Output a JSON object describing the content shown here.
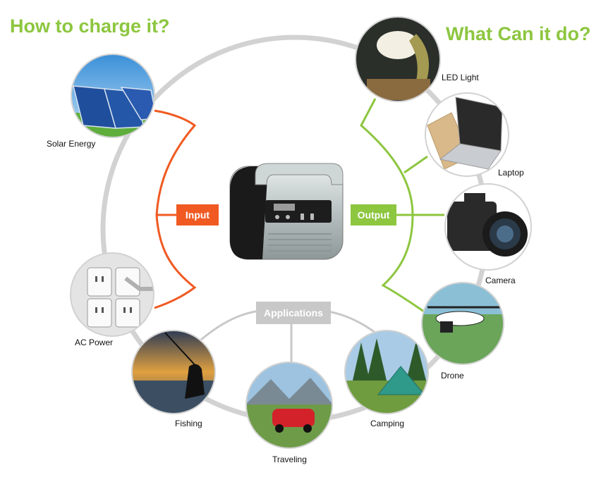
{
  "headings": {
    "left": "How to charge it?",
    "right": "What Can it do?"
  },
  "center": {
    "input_label": "Input",
    "output_label": "Output",
    "applications_label": "Applications"
  },
  "inputs": [
    {
      "label": "Solar Energy",
      "icon": "solar-panel"
    },
    {
      "label": "AC Power",
      "icon": "wall-outlet"
    }
  ],
  "outputs": [
    {
      "label": "LED Light",
      "icon": "lamp"
    },
    {
      "label": "Laptop",
      "icon": "laptop"
    },
    {
      "label": "Camera",
      "icon": "camera"
    },
    {
      "label": "Drone",
      "icon": "drone"
    }
  ],
  "applications": [
    {
      "label": "Fishing",
      "icon": "fishing"
    },
    {
      "label": "Traveling",
      "icon": "car"
    },
    {
      "label": "Camping",
      "icon": "tent"
    }
  ],
  "colors": {
    "heading_green": "#8dc63f",
    "input_orange": "#f05a22",
    "output_green": "#8dc63f",
    "ring_gray": "#d2d2d2",
    "applications_gray": "#c8c8c8"
  }
}
